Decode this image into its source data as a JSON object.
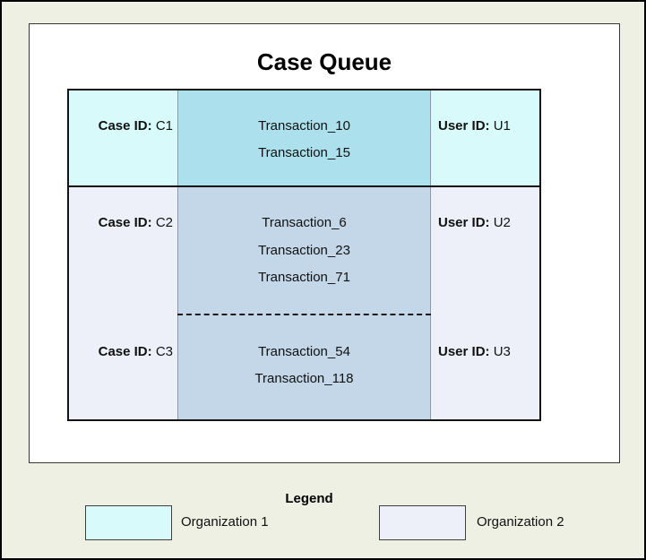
{
  "title": "Case Queue",
  "colors": {
    "page_bg": "#eef0e3",
    "org1_light": "#d9fafa",
    "org1_mid": "#ace0ec",
    "org2_light": "#edf0f9",
    "org2_mid": "#c3d7e8"
  },
  "queue": {
    "rows": [
      {
        "org": "Organization 1",
        "cases": [
          {
            "case_label": "Case ID:",
            "case_id": "C1",
            "transactions": [
              "Transaction_10",
              "Transaction_15"
            ],
            "user_label": "User ID:",
            "user_id": "U1"
          }
        ]
      },
      {
        "org": "Organization 2",
        "cases": [
          {
            "case_label": "Case ID:",
            "case_id": "C2",
            "transactions": [
              "Transaction_6",
              "Transaction_23",
              "Transaction_71"
            ],
            "user_label": "User ID:",
            "user_id": "U2"
          },
          {
            "case_label": "Case ID:",
            "case_id": "C3",
            "transactions": [
              "Transaction_54",
              "Transaction_118"
            ],
            "user_label": "User ID:",
            "user_id": "U3"
          }
        ]
      }
    ]
  },
  "legend": {
    "title": "Legend",
    "items": [
      {
        "label": "Organization 1",
        "color": "#d9fafa"
      },
      {
        "label": "Organization 2",
        "color": "#edf0f9"
      }
    ]
  }
}
